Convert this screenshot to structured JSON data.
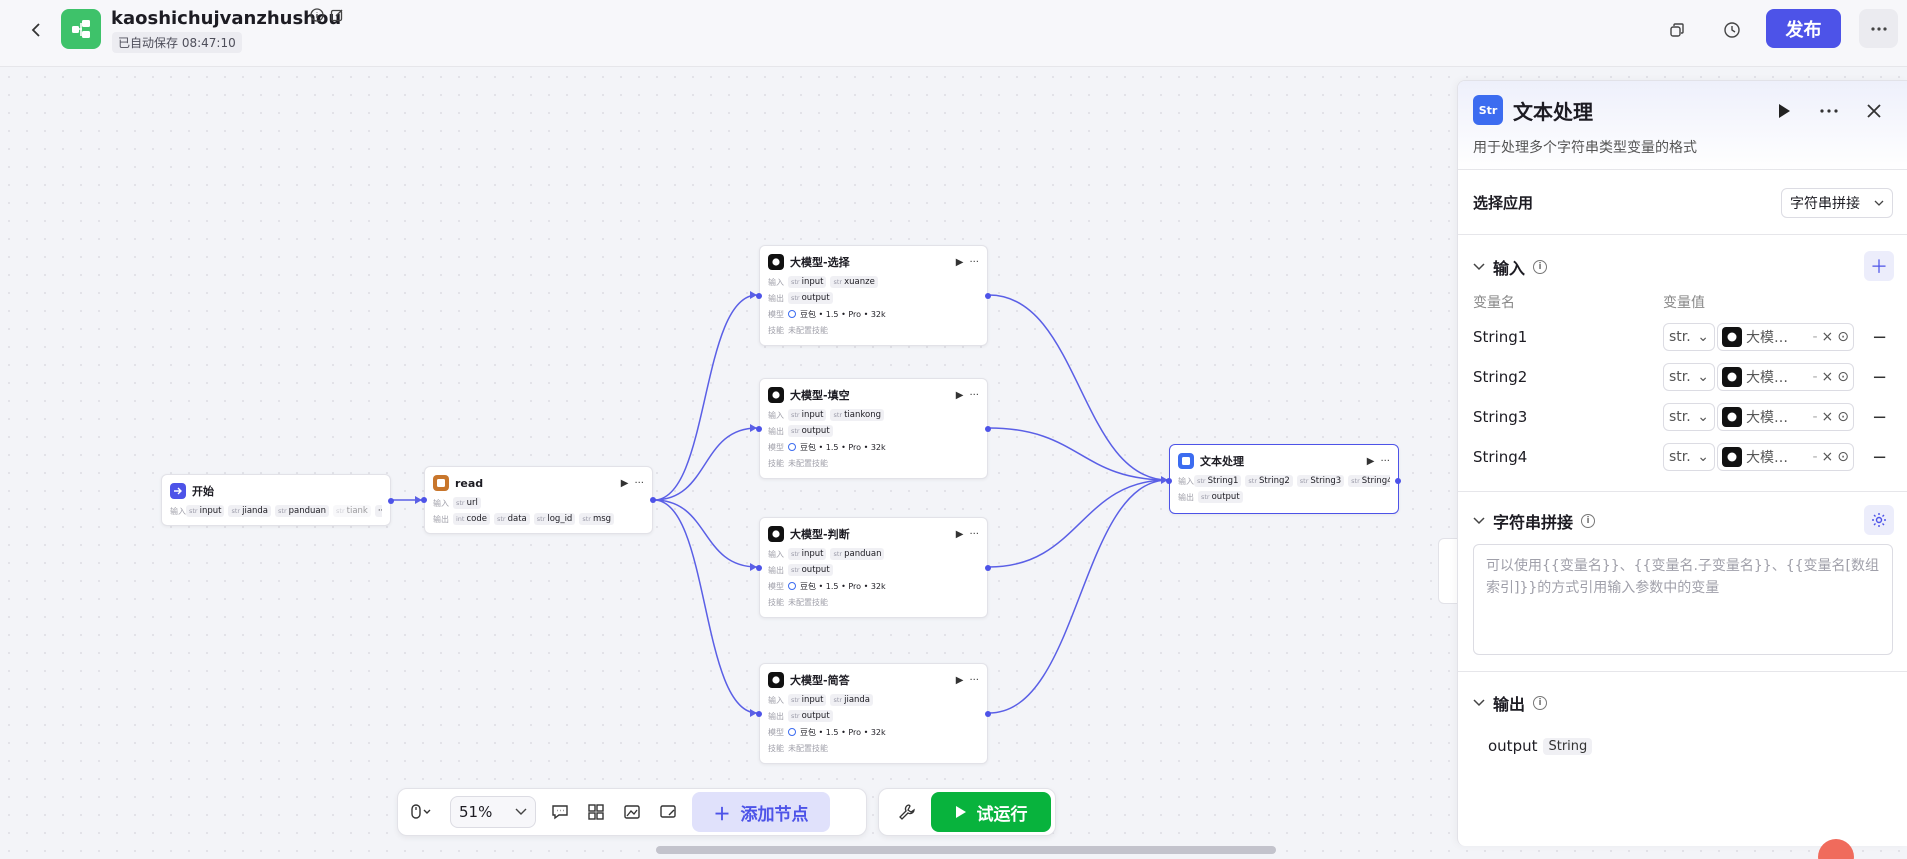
{
  "header": {
    "app_name": "kaoshichujvanzhushou",
    "save_status": "已自动保存 08:47:10",
    "publish_label": "发布"
  },
  "nodes": {
    "start": {
      "title": "开始",
      "input_label": "输入",
      "inputs": [
        {
          "type": "str",
          "name": "input"
        },
        {
          "type": "str",
          "name": "jianda"
        },
        {
          "type": "str",
          "name": "panduan"
        },
        {
          "type": "str",
          "name": "tiank"
        }
      ]
    },
    "read": {
      "title": "read",
      "input_label": "输入",
      "output_label": "输出",
      "inputs": [
        {
          "type": "str",
          "name": "url"
        }
      ],
      "outputs": [
        {
          "type": "int",
          "name": "code"
        },
        {
          "type": "str",
          "name": "data"
        },
        {
          "type": "str",
          "name": "log_id"
        },
        {
          "type": "str",
          "name": "msg"
        }
      ]
    },
    "llm_select": {
      "title": "大模型-选择",
      "inputs": [
        {
          "type": "str",
          "name": "input"
        },
        {
          "type": "str",
          "name": "xuanze"
        }
      ],
      "outputs": [
        {
          "type": "str",
          "name": "output"
        }
      ],
      "model": "豆包 • 1.5 • Pro • 32k",
      "skill": "未配置技能"
    },
    "llm_fill": {
      "title": "大模型-填空",
      "inputs": [
        {
          "type": "str",
          "name": "input"
        },
        {
          "type": "str",
          "name": "tiankong"
        }
      ],
      "outputs": [
        {
          "type": "str",
          "name": "output"
        }
      ],
      "model": "豆包 • 1.5 • Pro • 32k",
      "skill": "未配置技能"
    },
    "llm_judge": {
      "title": "大模型-判断",
      "inputs": [
        {
          "type": "str",
          "name": "input"
        },
        {
          "type": "str",
          "name": "panduan"
        }
      ],
      "outputs": [
        {
          "type": "str",
          "name": "output"
        }
      ],
      "model": "豆包 • 1.5 • Pro • 32k",
      "skill": "未配置技能"
    },
    "llm_short": {
      "title": "大模型-简答",
      "inputs": [
        {
          "type": "str",
          "name": "input"
        },
        {
          "type": "str",
          "name": "jianda"
        }
      ],
      "outputs": [
        {
          "type": "str",
          "name": "output"
        }
      ],
      "model": "豆包 • 1.5 • Pro • 32k",
      "skill": "未配置技能"
    },
    "text_proc": {
      "title": "文本处理",
      "inputs": [
        {
          "type": "str",
          "name": "String1"
        },
        {
          "type": "str",
          "name": "String2"
        },
        {
          "type": "str",
          "name": "String3"
        },
        {
          "type": "str",
          "name": "String4"
        }
      ],
      "outputs": [
        {
          "type": "str",
          "name": "output"
        }
      ]
    }
  },
  "labels": {
    "input": "输入",
    "output": "输出",
    "model": "模型",
    "skill": "技能"
  },
  "toolbar": {
    "zoom": "51%",
    "add_node": "添加节点",
    "test_run": "试运行"
  },
  "panel": {
    "title": "文本处理",
    "icon_text": "Str",
    "description": "用于处理多个字符串类型变量的格式",
    "select_app_label": "选择应用",
    "select_app_value": "字符串拼接",
    "input_section": "输入",
    "col_var_name": "变量名",
    "col_var_value": "变量值",
    "vars": [
      {
        "name": "String1",
        "type": "str.",
        "value": "大模…",
        "sep": "-"
      },
      {
        "name": "String2",
        "type": "str.",
        "value": "大模…",
        "sep": "-"
      },
      {
        "name": "String3",
        "type": "str.",
        "value": "大模…",
        "sep": "-"
      },
      {
        "name": "String4",
        "type": "str.",
        "value": "大模…",
        "sep": "-"
      }
    ],
    "concat_section": "字符串拼接",
    "concat_placeholder": "可以使用{{变量名}}、{{变量名.子变量名}}、{{变量名[数组索引]}}的方式引用输入参数中的变量",
    "output_section": "输出",
    "output_name": "output",
    "output_type": "String"
  },
  "colors": {
    "accent": "#4d53e8",
    "run_green": "#08b33d",
    "app_logo": "#3ec26a"
  }
}
